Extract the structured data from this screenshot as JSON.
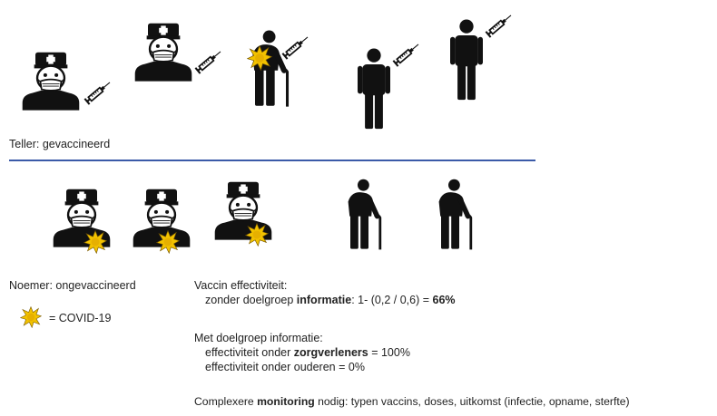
{
  "numerator_label": "Teller: gevaccineerd",
  "denominator_label": "Noemer: ongevaccineerd",
  "legend": {
    "label": "= COVID-19",
    "icon": "covid-burst-icon",
    "color": "#f2c200"
  },
  "divider_color": "#3b5aa8",
  "ve_title": "Vaccin effectiviteit:",
  "ve_line1": {
    "prefix": "zonder doelgroep ",
    "bold": "informatie",
    "middle": ": 1- (0,2 / 0,6) = ",
    "result": "66%"
  },
  "target_title": "Met doelgroep informatie:",
  "target_line1": {
    "prefix": "effectiviteit onder ",
    "bold": "zorgverleners",
    "suffix": " = 100%"
  },
  "target_line2": "effectiviteit onder ouderen = 0%",
  "monitoring": {
    "prefix": "Complexere ",
    "bold": "monitoring",
    "suffix": " nodig: typen vaccins, doses, uitkomst (infectie, opname, sterfte)"
  },
  "icons": [
    "nurse-icon",
    "syringe-icon",
    "elderly-person-icon",
    "person-icon",
    "covid-burst-icon"
  ]
}
